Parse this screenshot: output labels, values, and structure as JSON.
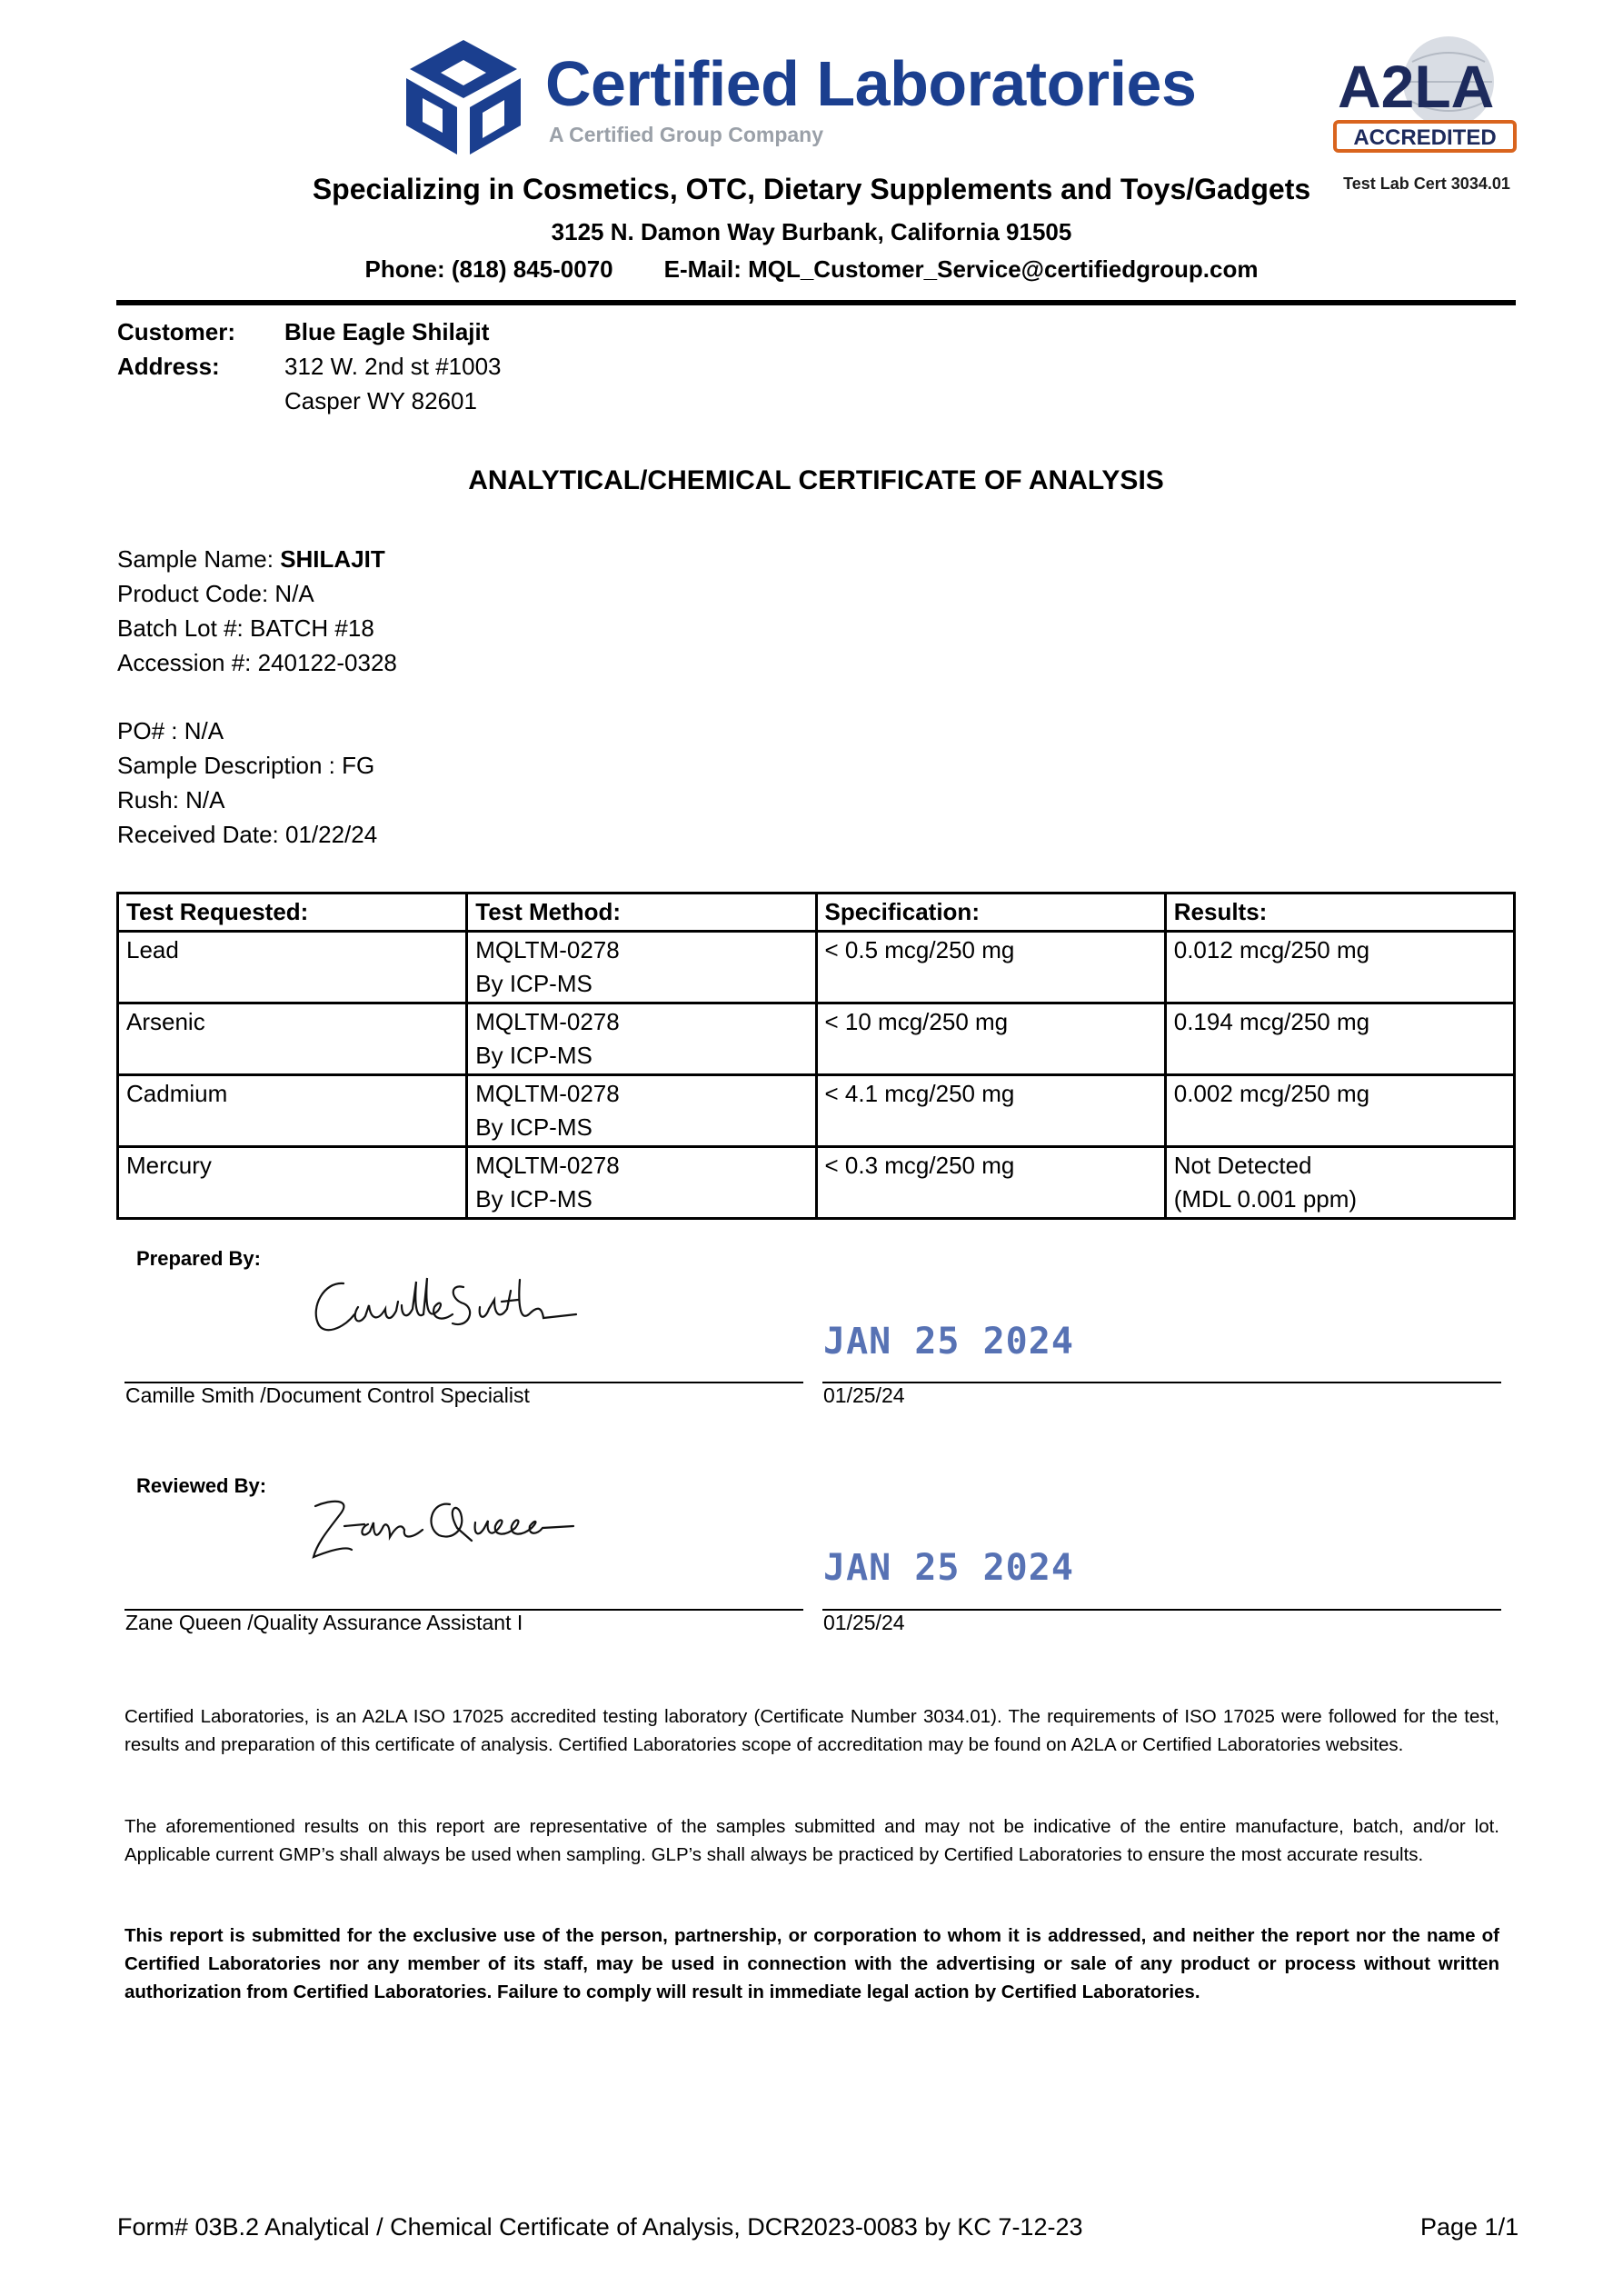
{
  "header": {
    "company_name": "Certified Laboratories",
    "company_tagline": "A Certified Group Company",
    "accreditation_badge": "ACCREDITED",
    "accreditation_logo_text": "A2LA",
    "test_lab_cert": "Test Lab Cert 3034.01",
    "specializing": "Specializing in Cosmetics, OTC, Dietary Supplements and Toys/Gadgets",
    "address": "3125 N. Damon Way Burbank, California 91505",
    "phone": "Phone: (818) 845-0070",
    "email": "E-Mail: MQL_Customer_Service@certifiedgroup.com",
    "brand_color": "#1b3f8f"
  },
  "customer": {
    "customer_label": "Customer:",
    "customer_value": "Blue Eagle Shilajit",
    "address_label": "Address:",
    "address_line1": "312 W. 2nd st #1003",
    "address_line2": "Casper WY 82601"
  },
  "title": "ANALYTICAL/CHEMICAL CERTIFICATE OF ANALYSIS",
  "sample": {
    "name_label": "Sample Name: ",
    "name_value": "SHILAJIT",
    "product_code": "Product Code: N/A",
    "batch_lot": "Batch Lot #: BATCH #18",
    "accession": "Accession #: 240122-0328",
    "po": "PO# : N/A",
    "description": "Sample Description : FG",
    "rush": "Rush: N/A",
    "received_date": "Received Date: 01/22/24"
  },
  "table": {
    "headers": [
      "Test Requested:",
      "Test Method:",
      "Specification:",
      "Results:"
    ],
    "rows": [
      {
        "test": "Lead",
        "method1": "MQLTM-0278",
        "method2": "By ICP-MS",
        "spec": "< 0.5 mcg/250 mg",
        "result1": "0.012 mcg/250 mg",
        "result2": ""
      },
      {
        "test": "Arsenic",
        "method1": "MQLTM-0278",
        "method2": "By ICP-MS",
        "spec": "< 10 mcg/250 mg",
        "result1": "0.194 mcg/250 mg",
        "result2": ""
      },
      {
        "test": "Cadmium",
        "method1": "MQLTM-0278",
        "method2": "By ICP-MS",
        "spec": "< 4.1 mcg/250 mg",
        "result1": "0.002 mcg/250 mg",
        "result2": ""
      },
      {
        "test": "Mercury",
        "method1": "MQLTM-0278",
        "method2": "By ICP-MS",
        "spec": "< 0.3 mcg/250 mg",
        "result1": "Not Detected",
        "result2": "(MDL 0.001 ppm)"
      }
    ]
  },
  "signatures": {
    "prepared_label": "Prepared By:",
    "prepared_signature": "Camille Smith",
    "prepared_name": "Camille Smith /Document Control Specialist",
    "prepared_stamp": "JAN 25 2024",
    "prepared_date": "01/25/24",
    "reviewed_label": "Reviewed By:",
    "reviewed_signature": "Zane Queen",
    "reviewed_name": "Zane Queen /Quality Assurance Assistant I",
    "reviewed_stamp": "JAN 25 2024",
    "reviewed_date": "01/25/24",
    "stamp_color": "#3a5aa8"
  },
  "notes": {
    "para1": "Certified Laboratories, is an A2LA ISO 17025 accredited testing laboratory (Certificate Number 3034.01). The requirements of ISO 17025 were followed for the test, results and preparation of this certificate of analysis. Certified Laboratories scope of accreditation may be found on A2LA or Certified Laboratories websites.",
    "para2": "The aforementioned results on this report are representative of the samples submitted and may not be indicative of the entire manufacture, batch, and/or lot. Applicable current GMP’s shall always be used when sampling. GLP’s shall always be practiced by Certified Laboratories to ensure the most accurate results.",
    "para3": "This report is submitted for the exclusive use of the person, partnership, or corporation to whom it is addressed, and neither the report nor the name of Certified Laboratories nor any member of its staff, may be used in connection with the advertising or sale of any product or process without written authorization from Certified Laboratories. Failure to comply will result in immediate legal action by Certified Laboratories."
  },
  "footer": {
    "form": "Form# 03B.2 Analytical / Chemical Certificate of Analysis, DCR2023-0083 by KC 7-12-23",
    "page": "Page 1/1"
  }
}
